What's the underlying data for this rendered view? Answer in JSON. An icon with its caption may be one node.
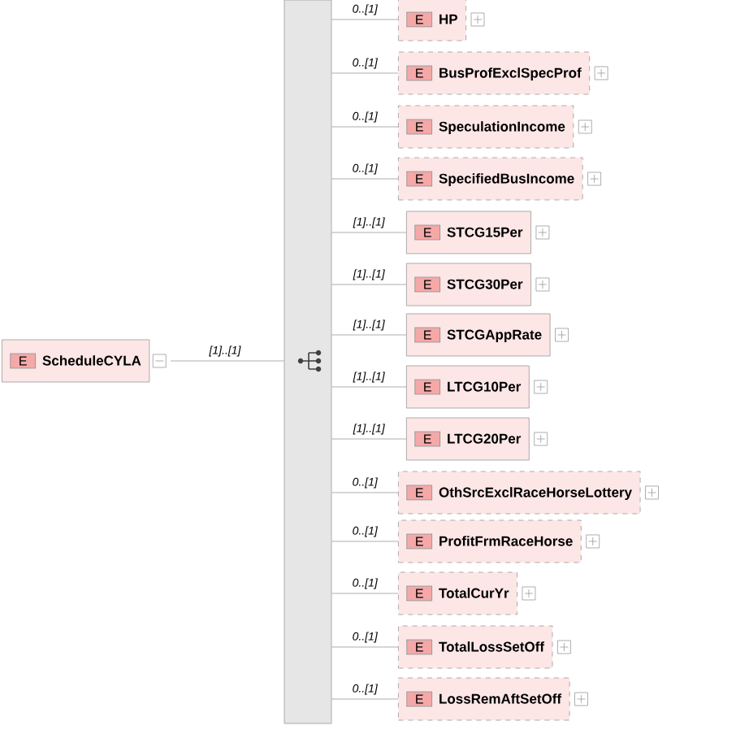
{
  "diagram": {
    "nodes": [
      {
        "text": [
          "E",
          "ScheduleCYLA"
        ]
      },
      {
        "text": [],
        "shape": "bar"
      },
      {
        "text": [
          "E",
          "HP"
        ]
      },
      {
        "text": [
          "E",
          "BusProfExclSpecProf"
        ]
      },
      {
        "text": [
          "E",
          "SpeculationIncome"
        ]
      },
      {
        "text": [
          "E",
          "SpecifiedBusIncome"
        ]
      },
      {
        "text": [
          "E",
          "STCG15Per"
        ]
      },
      {
        "text": [
          "E",
          "STCG30Per"
        ]
      },
      {
        "text": [
          "E",
          "STCGAppRate"
        ]
      },
      {
        "text": [
          "E",
          "LTCG10Per"
        ]
      },
      {
        "text": [
          "E",
          "LTCG20Per"
        ]
      },
      {
        "text": [
          "E",
          "OthSrcExclRaceHorseLottery"
        ]
      },
      {
        "text": [
          "E",
          "ProfitFrmRaceHorse"
        ]
      },
      {
        "text": [
          "E",
          "TotalCurYr"
        ]
      },
      {
        "text": [
          "E",
          "TotalLossSetOff"
        ]
      },
      {
        "text": [
          "E",
          "LossRemAftSetOff"
        ]
      }
    ],
    "edges": [
      {
        "from": 0,
        "to": 1,
        "arrow": "none",
        "label": "[1]..[1]"
      },
      {
        "from": 1,
        "to": 2,
        "arrow": "none",
        "label": "0..[1]"
      },
      {
        "from": 1,
        "to": 3,
        "arrow": "none",
        "label": "0..[1]"
      },
      {
        "from": 1,
        "to": 4,
        "arrow": "none",
        "label": "0..[1]"
      },
      {
        "from": 1,
        "to": 5,
        "arrow": "none",
        "label": "0..[1]"
      },
      {
        "from": 1,
        "to": 6,
        "arrow": "none",
        "label": "[1]..[1]"
      },
      {
        "from": 1,
        "to": 7,
        "arrow": "none",
        "label": "[1]..[1]"
      },
      {
        "from": 1,
        "to": 8,
        "arrow": "none",
        "label": "[1]..[1]"
      },
      {
        "from": 1,
        "to": 9,
        "arrow": "none",
        "label": "[1]..[1]"
      },
      {
        "from": 1,
        "to": 10,
        "arrow": "none",
        "label": "[1]..[1]"
      },
      {
        "from": 1,
        "to": 11,
        "arrow": "none",
        "label": "0..[1]"
      },
      {
        "from": 1,
        "to": 12,
        "arrow": "none",
        "label": "0..[1]"
      },
      {
        "from": 1,
        "to": 13,
        "arrow": "none",
        "label": "0..[1]"
      },
      {
        "from": 1,
        "to": 14,
        "arrow": "none",
        "label": "0..[1]"
      },
      {
        "from": 1,
        "to": 15,
        "arrow": "none",
        "label": "0..[1]"
      }
    ]
  }
}
